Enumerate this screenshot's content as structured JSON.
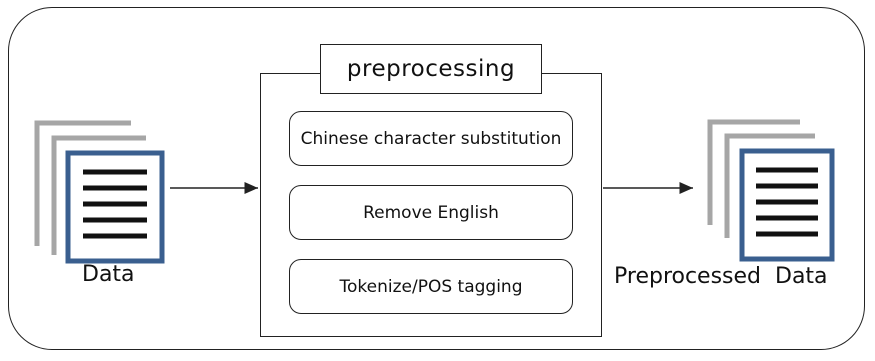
{
  "diagram": {
    "preprocessing_title": "preprocessing",
    "steps": [
      {
        "label": "Chinese character substitution"
      },
      {
        "label": "Remove English"
      },
      {
        "label": "Tokenize/POS tagging"
      }
    ],
    "input_label": "Data",
    "output_label": "Preprocessed  Data",
    "icons": {
      "input": "document-stack-icon",
      "output": "document-stack-icon"
    },
    "colors": {
      "doc_border": "#3a5f8f",
      "doc_back": "#a6a6a6",
      "line": "#222222"
    }
  }
}
